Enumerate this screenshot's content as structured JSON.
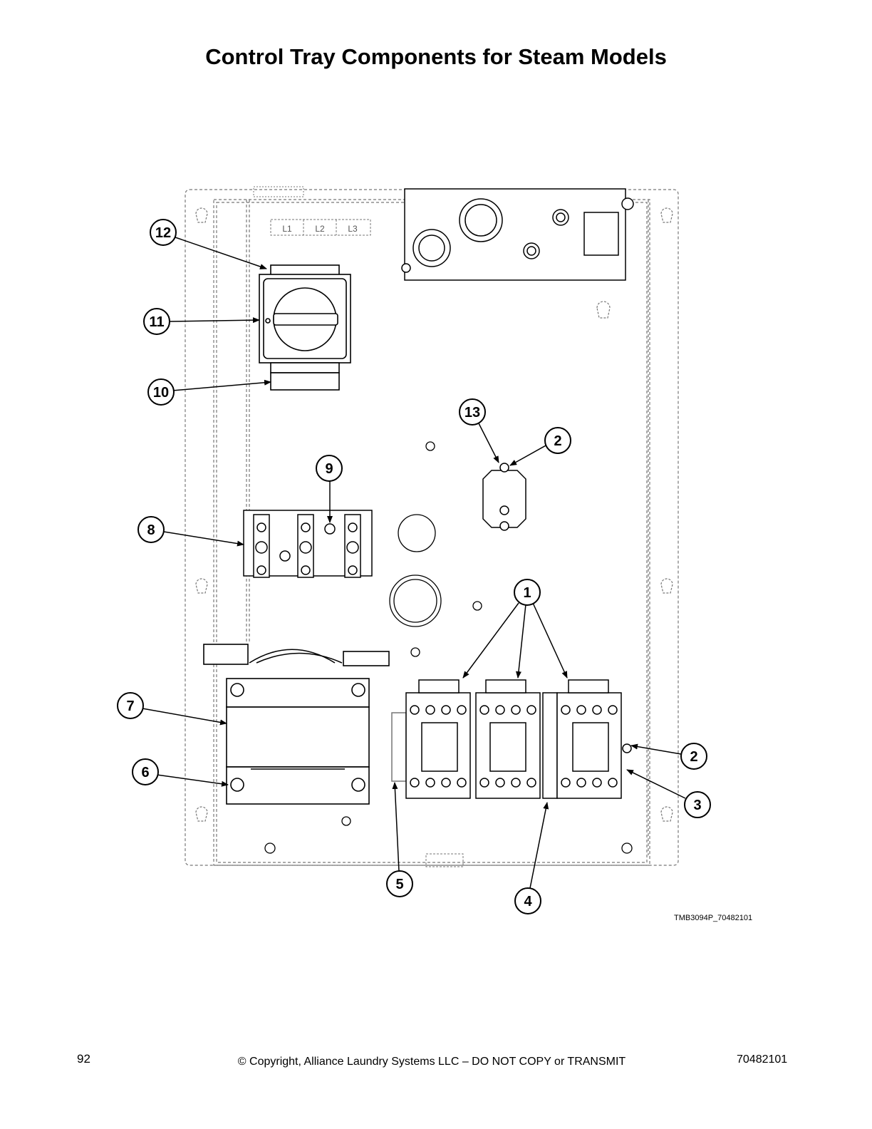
{
  "title": "Control Tray Components for Steam Models",
  "figure_id": "TMB3094P_70482101",
  "footer": {
    "page_number": "92",
    "copyright": "© Copyright, Alliance Laundry Systems LLC – DO NOT COPY or TRANSMIT",
    "doc_number": "70482101"
  },
  "terminal_labels": [
    "L1",
    "L2",
    "L3"
  ],
  "callouts": [
    {
      "id": "c12",
      "label": "12"
    },
    {
      "id": "c11",
      "label": "11"
    },
    {
      "id": "c10",
      "label": "10"
    },
    {
      "id": "c13",
      "label": "13"
    },
    {
      "id": "c2a",
      "label": "2"
    },
    {
      "id": "c9",
      "label": "9"
    },
    {
      "id": "c8",
      "label": "8"
    },
    {
      "id": "c1",
      "label": "1"
    },
    {
      "id": "c7",
      "label": "7"
    },
    {
      "id": "c2b",
      "label": "2"
    },
    {
      "id": "c6",
      "label": "6"
    },
    {
      "id": "c3",
      "label": "3"
    },
    {
      "id": "c5",
      "label": "5"
    },
    {
      "id": "c4",
      "label": "4"
    }
  ]
}
